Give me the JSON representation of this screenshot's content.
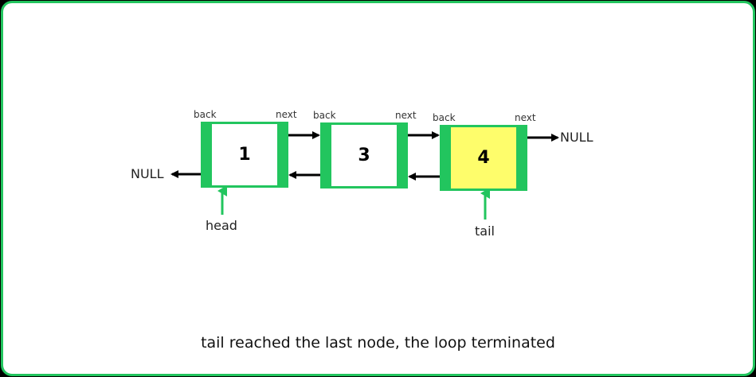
{
  "nodes": [
    {
      "value": "1",
      "back_label": "back",
      "next_label": "next",
      "highlight": false
    },
    {
      "value": "3",
      "back_label": "back",
      "next_label": "next",
      "highlight": false
    },
    {
      "value": "4",
      "back_label": "back",
      "next_label": "next",
      "highlight": true
    }
  ],
  "null_left": "NULL",
  "null_right": "NULL",
  "pointers": {
    "head": "head",
    "tail": "tail"
  },
  "caption": "tail reached the last node, the loop terminated",
  "colors": {
    "border": "#22c55e",
    "highlight_fill": "#fefd6b",
    "arrow": "#000000"
  }
}
